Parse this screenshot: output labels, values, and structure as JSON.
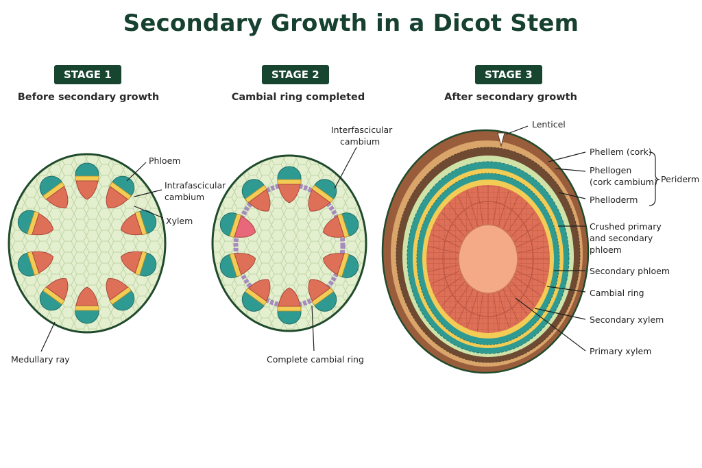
{
  "title": "Secondary Growth in a Dicot Stem",
  "stages": [
    {
      "badge": "STAGE 1",
      "subtitle": "Before secondary growth"
    },
    {
      "badge": "STAGE 2",
      "subtitle": "Cambial ring completed"
    },
    {
      "badge": "STAGE 3",
      "subtitle": "After secondary growth"
    }
  ],
  "labels": {
    "phloem": "Phloem",
    "intrafascicular_1": "Intrafascicular",
    "intrafascicular_2": "cambium",
    "xylem": "Xylem",
    "medullary_ray": "Medullary ray",
    "interfascicular_1": "Interfascicular",
    "interfascicular_2": "cambium",
    "complete_cambial_ring": "Complete cambial ring",
    "lenticel": "Lenticel",
    "phellem": "Phellem (cork)",
    "phellogen_1": "Phellogen",
    "phellogen_2": "(cork cambium)",
    "phelloderm": "Phelloderm",
    "periderm": "Periderm",
    "crushed_1": "Crushed primary",
    "crushed_2": "and secondary",
    "crushed_3": "phloem",
    "secondary_phloem": "Secondary phloem",
    "cambial_ring": "Cambial ring",
    "secondary_xylem": "Secondary xylem",
    "primary_xylem": "Primary xylem"
  },
  "colors": {
    "title": "#16402f",
    "badge_bg": "#17452f",
    "ground_tissue": "#e3efcf",
    "epidermis": "#1f4a2c",
    "phloem": "#2f9a92",
    "cambium": "#f2cc55",
    "xylem": "#de7058",
    "interfascicular_cambium": "#a68bbd",
    "bark": "#9a5d3c",
    "phellogen": "#6e4a32",
    "pith": "#f4a987"
  }
}
